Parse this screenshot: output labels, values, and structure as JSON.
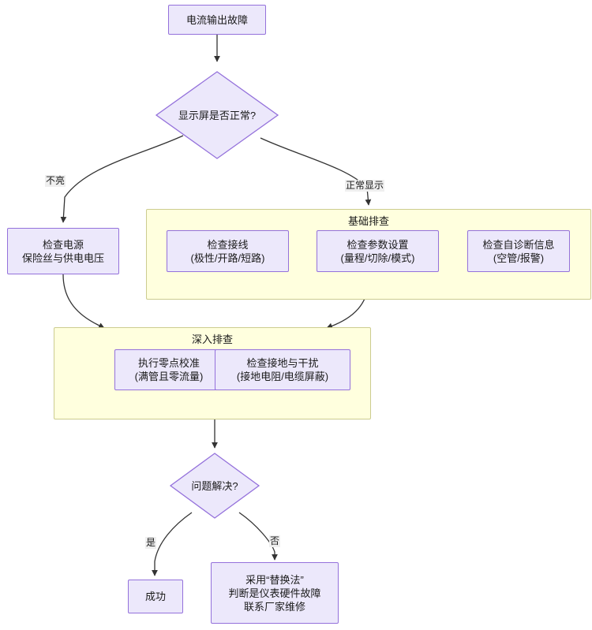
{
  "diagram": {
    "type": "flowchart",
    "direction": "top-down",
    "title_text": "电流输出故障",
    "background": "#ffffff",
    "node_fill": "#ece8fb",
    "node_stroke": "#9471db",
    "cluster_fill": "#ffffde",
    "cluster_stroke": "#cccc8f",
    "edge_stroke": "#333333"
  },
  "nodes": {
    "start": {
      "id": "start",
      "shape": "rect",
      "lines": [
        "电流输出故障"
      ]
    },
    "decision_display": {
      "id": "decision_display",
      "shape": "diamond",
      "lines": [
        "显示屏是否正常?"
      ]
    },
    "check_power": {
      "id": "check_power",
      "shape": "rect",
      "lines": [
        "检查电源",
        "保险丝与供电电压"
      ]
    },
    "check_wiring": {
      "id": "check_wiring",
      "shape": "rect",
      "lines": [
        "检查接线",
        "(极性/开路/短路)"
      ]
    },
    "check_params": {
      "id": "check_params",
      "shape": "rect",
      "lines": [
        "检查参数设置",
        "(量程/切除/模式)"
      ]
    },
    "check_selfdiag": {
      "id": "check_selfdiag",
      "shape": "rect",
      "lines": [
        "检查自诊断信息",
        "(空管/报警)"
      ]
    },
    "zero_cal": {
      "id": "zero_cal",
      "shape": "rect",
      "lines": [
        "执行零点校准",
        "(满管且零流量)"
      ]
    },
    "check_ground": {
      "id": "check_ground",
      "shape": "rect",
      "lines": [
        "检查接地与干扰",
        "(接地电阻/电缆屏蔽)"
      ]
    },
    "decision_solved": {
      "id": "decision_solved",
      "shape": "diamond",
      "lines": [
        "问题解决?"
      ]
    },
    "success": {
      "id": "success",
      "shape": "rect",
      "lines": [
        "成功"
      ]
    },
    "replace_method": {
      "id": "replace_method",
      "shape": "rect",
      "lines": [
        "采用“替换法”",
        "判断是仪表硬件故障",
        "联系厂家维修"
      ]
    }
  },
  "clusters": {
    "basic": {
      "id": "basic",
      "label": "基础排查"
    },
    "deep": {
      "id": "deep",
      "label": "深入排查"
    }
  },
  "edge_labels": {
    "not_lit": "不亮",
    "normal_display": "正常显示",
    "yes": "是",
    "no": "否"
  }
}
